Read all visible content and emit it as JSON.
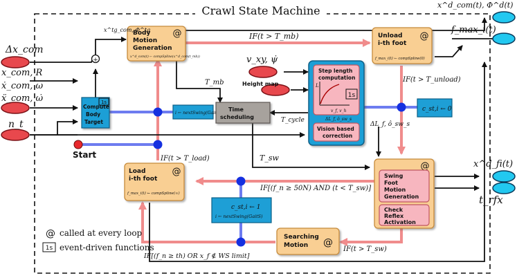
{
  "title": "Crawl State Machine",
  "inputs": {
    "dx_com": "Δx_com",
    "x_com_R": "x_com, R",
    "xdot_com": "ẋ_com, ω",
    "xddot_com": "ẍ_com, ω̇",
    "n_t": "n_t",
    "v_xy": "v_xy, ψ̇",
    "height_map": "Height map"
  },
  "outputs": {
    "x_com_d": "x^d_com(t), Φ^d(t)",
    "f_max": "f_max_i(t)",
    "x_fi_d": "x^d_fi(t)",
    "t_rfx": "t_rfx"
  },
  "states": {
    "body_motion": {
      "l1": "Body",
      "l2": "Motion",
      "l3": "Generation",
      "eq": "x^d_com(t) ← compSpline(x^d_com(t_mb))"
    },
    "unload": {
      "l1": "Unload",
      "l2": "i-th foot",
      "eq": "f_max_i(t) ← compSpline(0)"
    },
    "load": {
      "l1": "Load",
      "l2": "i-th foot",
      "eq": "f_max_i(t) ← compSpline(∞)"
    },
    "swing": {
      "l1": "Swing",
      "l2": "Foot",
      "l3": "Motion",
      "l4": "Generation"
    },
    "check_reflex": {
      "l1": "Check",
      "l2": "Reflex",
      "l3": "Activation"
    },
    "searching": {
      "l1": "Searching",
      "l2": "Motion"
    },
    "compute_body_target": {
      "l1": "Compute",
      "l2": "Body",
      "l3": "Target",
      "badge": "1s"
    },
    "time_scheduling": {
      "l1": "Time",
      "l2": "scheduling"
    },
    "step_length": {
      "l1": "Step length",
      "l2": "computation",
      "badge": "1s",
      "plot_y": "L",
      "plot_x": "v_f, v_h"
    },
    "vision": {
      "l1": "Vision based",
      "l2": "correction"
    },
    "next_swing_1": "i ← nextSwing(GaitS)",
    "c_st_0": "c_st,i ← 0",
    "c_st_1": "c_st,i ← 1",
    "next_swing_2": "i ← nextSwing(GaitS)"
  },
  "labels": {
    "x_tg": "x^tg_com, Φ^tg",
    "if_mb": "IF(t > T_mb)",
    "if_unload": "IF(t > T_unload)",
    "if_load": "IF(t > T_load)",
    "if_fn": "IF[(f_n ≥ 50N) AND (t < T_sw)]",
    "if_sw": "IF(t > T_sw)",
    "if_th": "IF[(f_n ≥ th) OR x_f ∉ WS limit]",
    "T_mb": "T_mb",
    "T_cycle": "T_cycle",
    "T_sw": "T_sw",
    "delta_L": "ΔL_f, ô_sw_s",
    "delta_L_mid": "ΔL_f, ô_sw_s",
    "start": "Start"
  },
  "legend": {
    "loop": "called at every loop",
    "event": "event-driven functions",
    "badge": "1s"
  },
  "colors": {
    "state_fill": "#f9cf93",
    "state_stroke": "#c58a3a",
    "func_fill": "#1e9fd6",
    "func_stroke": "#0b5f86",
    "inner_fill": "#f7b6bf",
    "inner_stroke": "#c05662",
    "pink_arrow": "#f08c8c",
    "blue_line": "#6d7cf0",
    "blue_dot": "#1530e0",
    "input_oval": "#e8484d",
    "output_oval": "#22c8f0",
    "time_fill": "#a7a29d"
  }
}
